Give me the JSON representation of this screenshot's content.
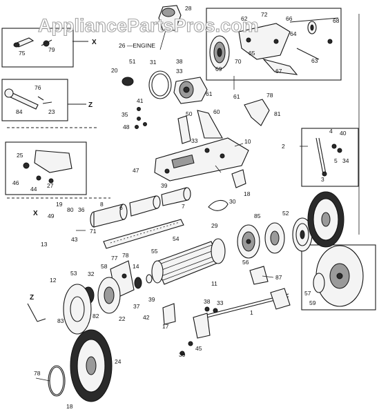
{
  "watermark": "AppliancePartsPros.com",
  "engine_label": "26 —ENGINE",
  "insets": {
    "x_label": "X",
    "z_label": "Z"
  },
  "labels": {
    "l28": "28",
    "l75": "75",
    "l79": "79",
    "l76": "76",
    "l84": "84",
    "l23": "23",
    "l51": "51",
    "l31": "31",
    "l20": "20",
    "l38": "38",
    "l33a": "33",
    "l61a": "61",
    "l62": "62",
    "l72": "72",
    "l66": "66",
    "l68": "68",
    "l64": "64",
    "l65": "65",
    "l69": "69",
    "l70": "70",
    "l67": "67",
    "l63": "63",
    "l78a": "78",
    "l61b": "61",
    "l81": "81",
    "l41": "41",
    "l35": "35",
    "l48": "48",
    "l50": "50",
    "l60": "60",
    "l33b": "33",
    "l10": "10",
    "l2": "2",
    "l4": "4",
    "l40": "40",
    "l3": "3",
    "l5": "5",
    "l34": "34",
    "l25": "25",
    "l46": "46",
    "l44": "44",
    "l27": "27",
    "l47": "47",
    "l39a": "39",
    "l18a": "18",
    "l8": "8",
    "l6": "6",
    "l7": "7",
    "l30": "30",
    "l29": "29",
    "lX": "X",
    "l49": "49",
    "l19": "19",
    "l80": "80",
    "l36": "36",
    "l71": "71",
    "l43": "43",
    "l13": "13",
    "l55": "55",
    "l54": "54",
    "l85": "85",
    "l52": "52",
    "l58": "58",
    "l77": "77",
    "l78b": "78",
    "l14": "14",
    "l12": "12",
    "l53": "53",
    "l32": "32",
    "l82": "82",
    "l22": "22",
    "l37": "37",
    "l39b": "39",
    "l42": "42",
    "l56": "56",
    "l11": "11",
    "l87": "87",
    "l57": "57",
    "l59": "59",
    "lZ": "Z",
    "l83": "83",
    "l17": "17",
    "l38b": "38",
    "l33c": "33",
    "l1": "1",
    "l39c": "39",
    "l45": "45",
    "l24": "24",
    "l78c": "78",
    "l18b": "18"
  }
}
